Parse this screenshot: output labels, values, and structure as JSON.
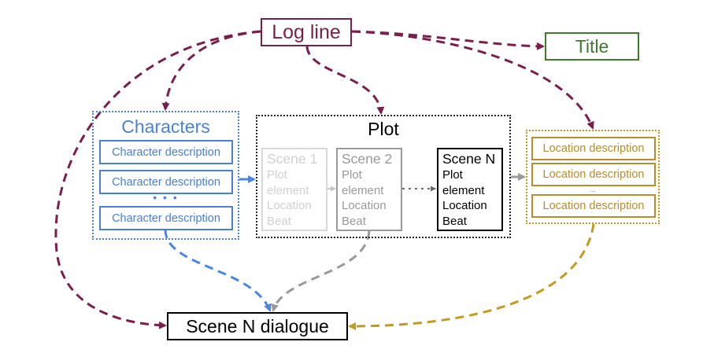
{
  "colors": {
    "logline": "#7a1f4d",
    "title": "#3f7a2e",
    "characters": "#4a7fd4",
    "plot": "#000000",
    "scene_faded": "#d0d0d0",
    "scene_mid": "#999999",
    "location": "#b88e2a",
    "plot_to_dialogue": "#9a9a9a"
  },
  "logline": {
    "label": "Log line"
  },
  "title": {
    "label": "Title"
  },
  "characters": {
    "title": "Characters",
    "items": [
      "Character description",
      "Character description",
      "Character description"
    ],
    "ellipsis": "• • •"
  },
  "plot": {
    "title": "Plot",
    "scenes": [
      {
        "name": "Scene 1",
        "lines": [
          "Plot",
          "element",
          "Location",
          "Beat"
        ]
      },
      {
        "name": "Scene 2",
        "lines": [
          "Plot",
          "element",
          "Location",
          "Beat"
        ]
      },
      {
        "name": "Scene N",
        "lines": [
          "Plot",
          "element",
          "Location",
          "Beat"
        ]
      }
    ]
  },
  "locations": {
    "items": [
      "Location description",
      "Location description",
      "Location description"
    ],
    "ellipsis": "..."
  },
  "dialogue": {
    "label": "Scene N dialogue"
  },
  "edges": [
    {
      "from": "logline",
      "to": "title",
      "style": "dashed",
      "color": "logline"
    },
    {
      "from": "logline",
      "to": "characters",
      "style": "dashed",
      "color": "logline"
    },
    {
      "from": "logline",
      "to": "plot",
      "style": "dashed",
      "color": "logline"
    },
    {
      "from": "logline",
      "to": "locations",
      "style": "dashed",
      "color": "logline"
    },
    {
      "from": "logline",
      "to": "dialogue",
      "style": "dashed",
      "color": "logline"
    },
    {
      "from": "characters",
      "to": "plot",
      "style": "solid",
      "color": "characters"
    },
    {
      "from": "scene1",
      "to": "scene2",
      "style": "solid",
      "color": "scene_faded"
    },
    {
      "from": "scene2",
      "to": "sceneN",
      "style": "dotted",
      "color": "plot"
    },
    {
      "from": "plot",
      "to": "locations",
      "style": "solid",
      "color": "plot_to_dialogue"
    },
    {
      "from": "characters",
      "to": "dialogue",
      "style": "dashed",
      "color": "characters"
    },
    {
      "from": "scene2",
      "to": "dialogue",
      "style": "dashed",
      "color": "plot_to_dialogue"
    },
    {
      "from": "locations",
      "to": "dialogue",
      "style": "dashed",
      "color": "location"
    }
  ]
}
